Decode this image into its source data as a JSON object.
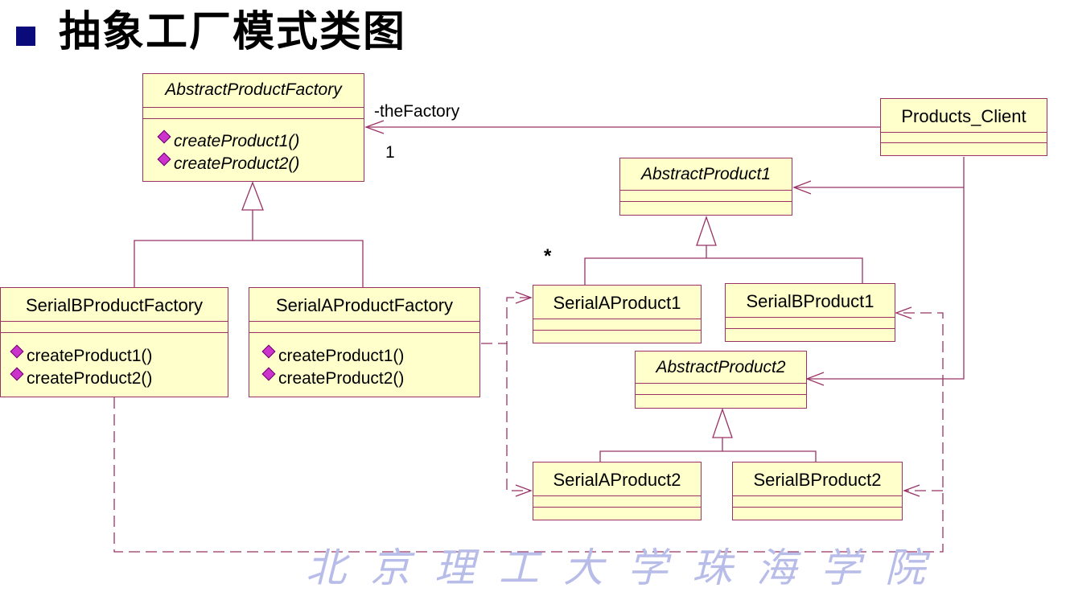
{
  "title": "抽象工厂模式类图",
  "watermark": "北京理工大学珠海学院",
  "colors": {
    "class_fill": "#ffffcc",
    "class_border": "#993366",
    "bullet": "#0a0a7a",
    "operation_icon": "#cc33cc"
  },
  "classes": {
    "abstract_product_factory": {
      "name": "AbstractProductFactory",
      "abstract": true,
      "operations": [
        "createProduct1()",
        "createProduct2()"
      ]
    },
    "serial_b_product_factory": {
      "name": "SerialBProductFactory",
      "operations": [
        "createProduct1()",
        "createProduct2()"
      ]
    },
    "serial_a_product_factory": {
      "name": "SerialAProductFactory",
      "operations": [
        "createProduct1()",
        "createProduct2()"
      ]
    },
    "products_client": {
      "name": "Products_Client"
    },
    "abstract_product1": {
      "name": "AbstractProduct1",
      "abstract": true
    },
    "serial_a_product1": {
      "name": "SerialAProduct1"
    },
    "serial_b_product1": {
      "name": "SerialBProduct1"
    },
    "abstract_product2": {
      "name": "AbstractProduct2",
      "abstract": true
    },
    "serial_a_product2": {
      "name": "SerialAProduct2"
    },
    "serial_b_product2": {
      "name": "SerialBProduct2"
    }
  },
  "association": {
    "role": "-theFactory",
    "multiplicity_target": "1",
    "multiplicity_star": "*"
  }
}
